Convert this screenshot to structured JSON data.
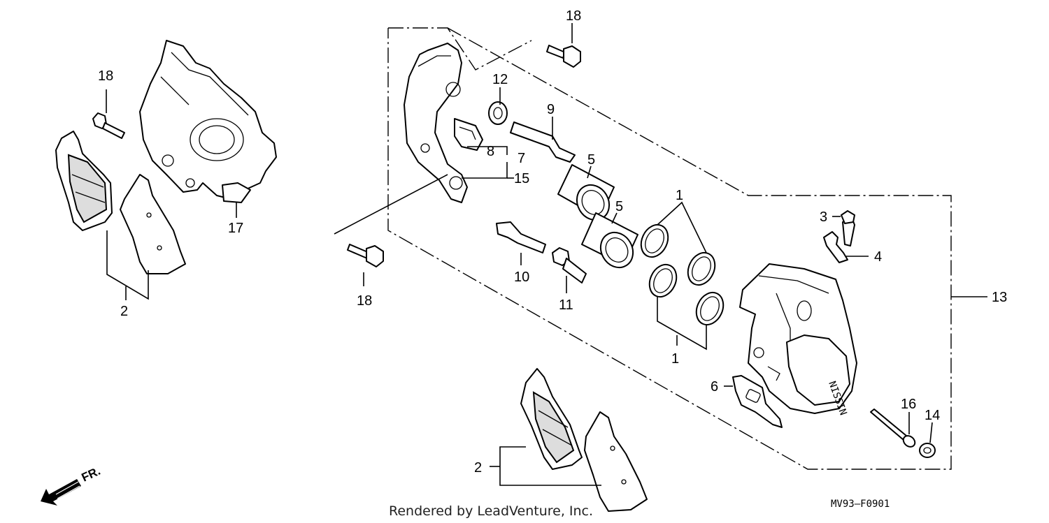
{
  "callouts": {
    "n1": "1",
    "n2": "2",
    "n3": "3",
    "n4": "4",
    "n5": "5",
    "n6": "6",
    "n7": "7",
    "n8": "8",
    "n9": "9",
    "n10": "10",
    "n11": "11",
    "n12": "12",
    "n13": "13",
    "n14": "14",
    "n15": "15",
    "n16": "16",
    "n17": "17",
    "n18": "18"
  },
  "direction_label": "FR.",
  "credit": "Rendered by LeadVenture, Inc.",
  "diagram_code": "MV93–F0901"
}
